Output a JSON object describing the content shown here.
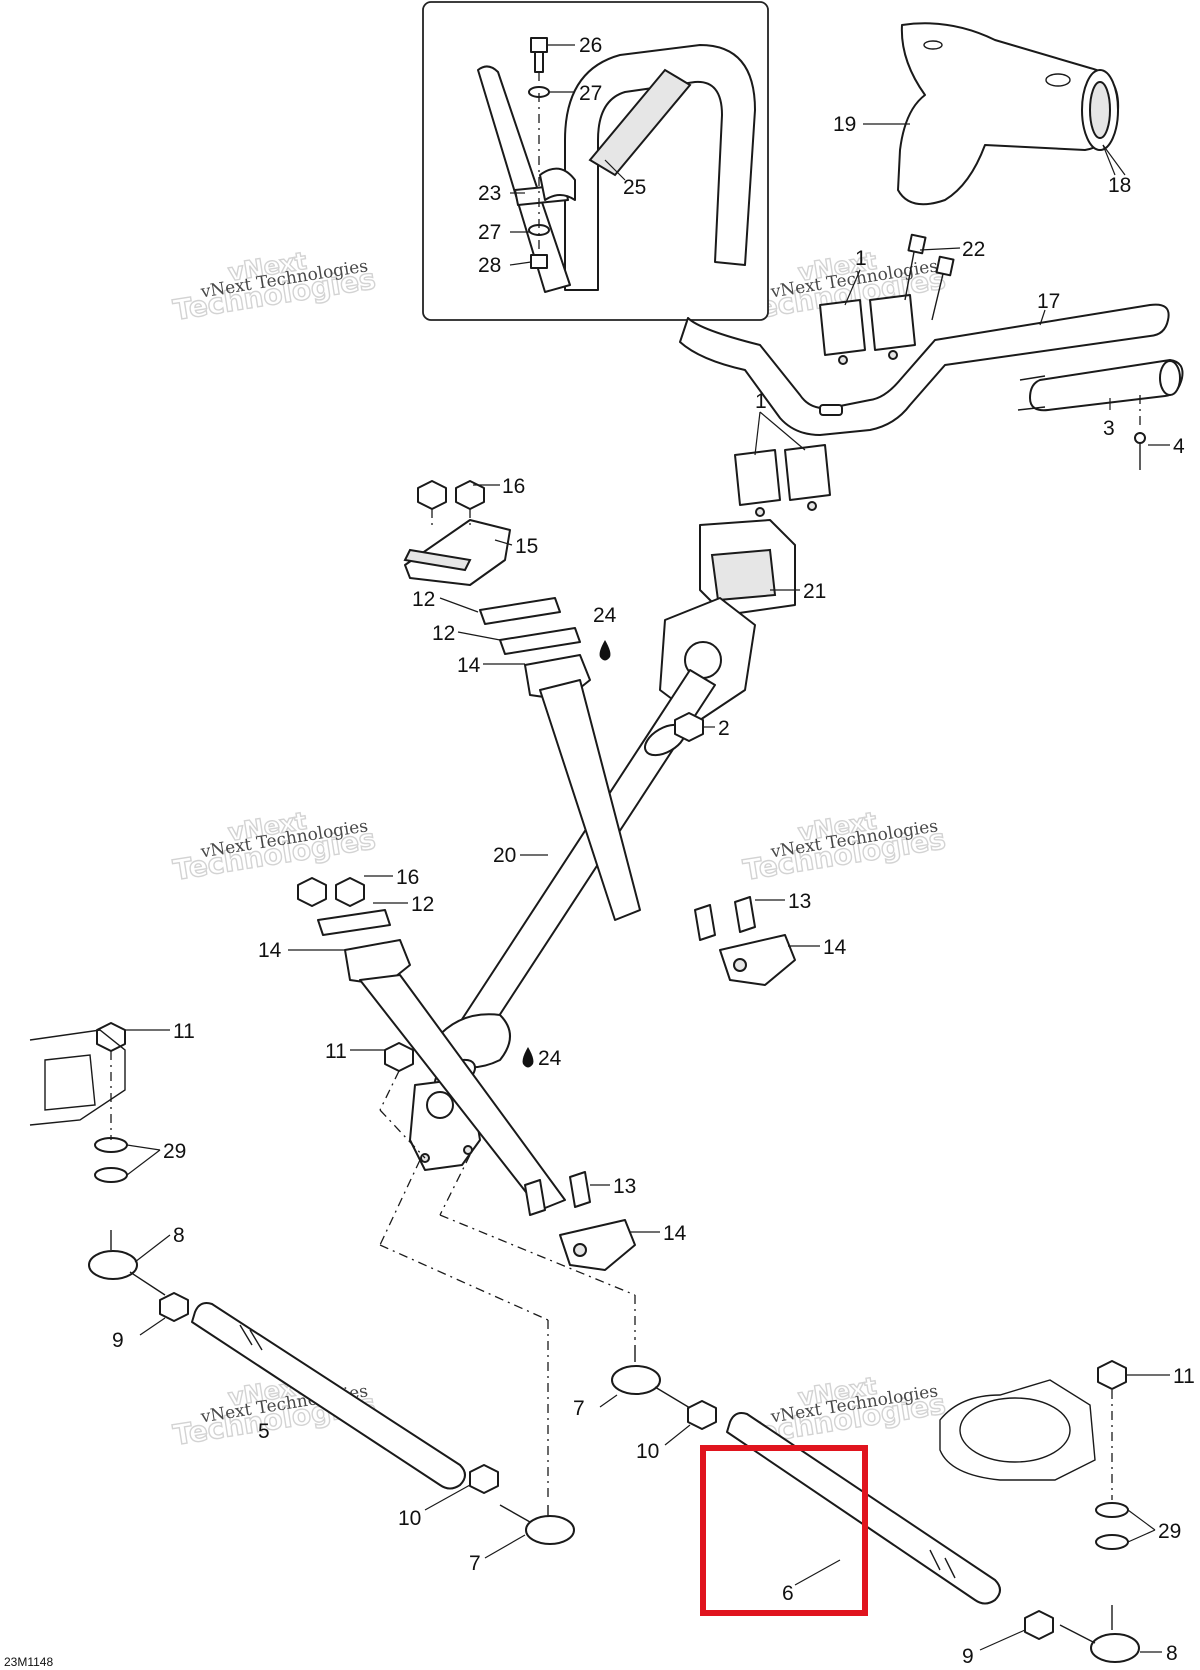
{
  "drawing_ref": "23M1148",
  "watermark": {
    "line1": "vNext Technologies",
    "line2": "Technologies",
    "line3": "vNext"
  },
  "highlight": {
    "color": "#e0141e",
    "part": "6"
  },
  "callouts": [
    {
      "id": "c26",
      "label": "26"
    },
    {
      "id": "c27a",
      "label": "27"
    },
    {
      "id": "c23",
      "label": "23"
    },
    {
      "id": "c27b",
      "label": "27"
    },
    {
      "id": "c28",
      "label": "28"
    },
    {
      "id": "c25",
      "label": "25"
    },
    {
      "id": "c19",
      "label": "19"
    },
    {
      "id": "c18",
      "label": "18"
    },
    {
      "id": "c1a",
      "label": "1"
    },
    {
      "id": "c22",
      "label": "22"
    },
    {
      "id": "c17",
      "label": "17"
    },
    {
      "id": "c3",
      "label": "3"
    },
    {
      "id": "c4",
      "label": "4"
    },
    {
      "id": "c1b",
      "label": "1"
    },
    {
      "id": "c16a",
      "label": "16"
    },
    {
      "id": "c15",
      "label": "15"
    },
    {
      "id": "c21",
      "label": "21"
    },
    {
      "id": "c12a",
      "label": "12"
    },
    {
      "id": "c24a",
      "label": "24"
    },
    {
      "id": "c12b",
      "label": "12"
    },
    {
      "id": "c14a",
      "label": "14"
    },
    {
      "id": "c2",
      "label": "2"
    },
    {
      "id": "c20",
      "label": "20"
    },
    {
      "id": "c16b",
      "label": "16"
    },
    {
      "id": "c12c",
      "label": "12"
    },
    {
      "id": "c13a",
      "label": "13"
    },
    {
      "id": "c14b",
      "label": "14"
    },
    {
      "id": "c14c",
      "label": "14"
    },
    {
      "id": "c11a",
      "label": "11"
    },
    {
      "id": "c11b",
      "label": "11"
    },
    {
      "id": "c24b",
      "label": "24"
    },
    {
      "id": "c29a",
      "label": "29"
    },
    {
      "id": "c13b",
      "label": "13"
    },
    {
      "id": "c8a",
      "label": "8"
    },
    {
      "id": "c14d",
      "label": "14"
    },
    {
      "id": "c9a",
      "label": "9"
    },
    {
      "id": "c5",
      "label": "5"
    },
    {
      "id": "c7a",
      "label": "7"
    },
    {
      "id": "c10a",
      "label": "10"
    },
    {
      "id": "c11c",
      "label": "11"
    },
    {
      "id": "c10b",
      "label": "10"
    },
    {
      "id": "c7b",
      "label": "7"
    },
    {
      "id": "c6",
      "label": "6"
    },
    {
      "id": "c29b",
      "label": "29"
    },
    {
      "id": "c9b",
      "label": "9"
    },
    {
      "id": "c8b",
      "label": "8"
    }
  ]
}
